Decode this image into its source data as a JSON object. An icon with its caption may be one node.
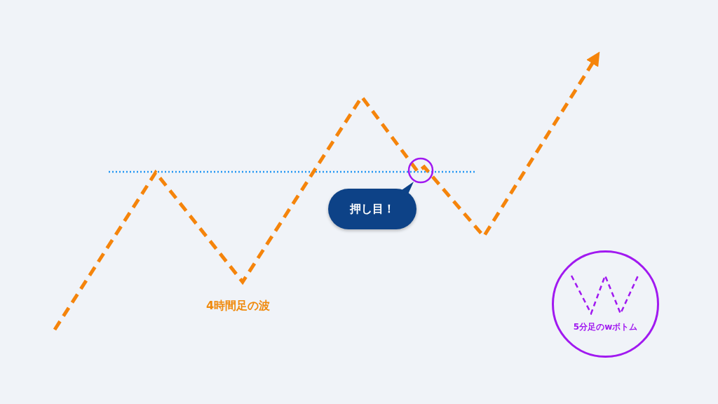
{
  "diagram": {
    "nodes": [
      {
        "text": [
          "押し目！"
        ]
      },
      {
        "text": [
          "5分足のwボトム"
        ]
      }
    ],
    "labels": [
      "4時間足の波"
    ]
  }
}
